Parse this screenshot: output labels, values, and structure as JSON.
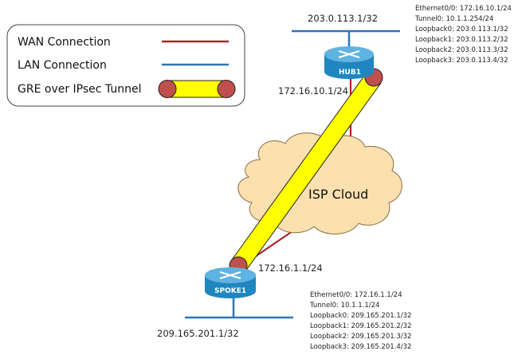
{
  "legend": {
    "items": [
      {
        "label": "WAN Connection",
        "type": "wan-line"
      },
      {
        "label": "LAN Connection",
        "type": "lan-line"
      },
      {
        "label": "GRE over IPsec Tunnel",
        "type": "tunnel"
      }
    ]
  },
  "colors": {
    "wan": "#b22222",
    "lan": "#2e75b6",
    "tunnel_fill": "#ffff00",
    "tunnel_end": "#c0504d",
    "cloud_fill": "#fbe0b0",
    "cloud_stroke": "#8c6d3f",
    "router_top": "#5fb3e0",
    "router_body": "#1f86c0"
  },
  "cloud": {
    "label": "ISP Cloud"
  },
  "hub": {
    "name": "HUB1",
    "lan_ip": "203.0.113.1/32",
    "wan_ip": "172.16.10.1/24",
    "config": [
      "Ethernet0/0:  172.16.10.1/24",
      "Tunnel0: 10.1.1.254/24",
      "Loopback0: 203.0.113.1/32",
      "Loopback1: 203.0.113.2/32",
      "Loopback2: 203.0.113.3/32",
      "Loopback3: 203.0.113.4/32"
    ]
  },
  "spoke": {
    "name": "SPOKE1",
    "lan_ip": "209.165.201.1/32",
    "wan_ip": "172.16.1.1/24",
    "config": [
      "Ethernet0/0:  172.16.1.1/24",
      "Tunnel0: 10.1.1.1/24",
      "Loopback0: 209.165.201.1/32",
      "Loopback1: 209.165.201.2/32",
      "Loopback2: 209.165.201.3/32",
      "Loopback3: 209.165.201.4/32"
    ]
  }
}
